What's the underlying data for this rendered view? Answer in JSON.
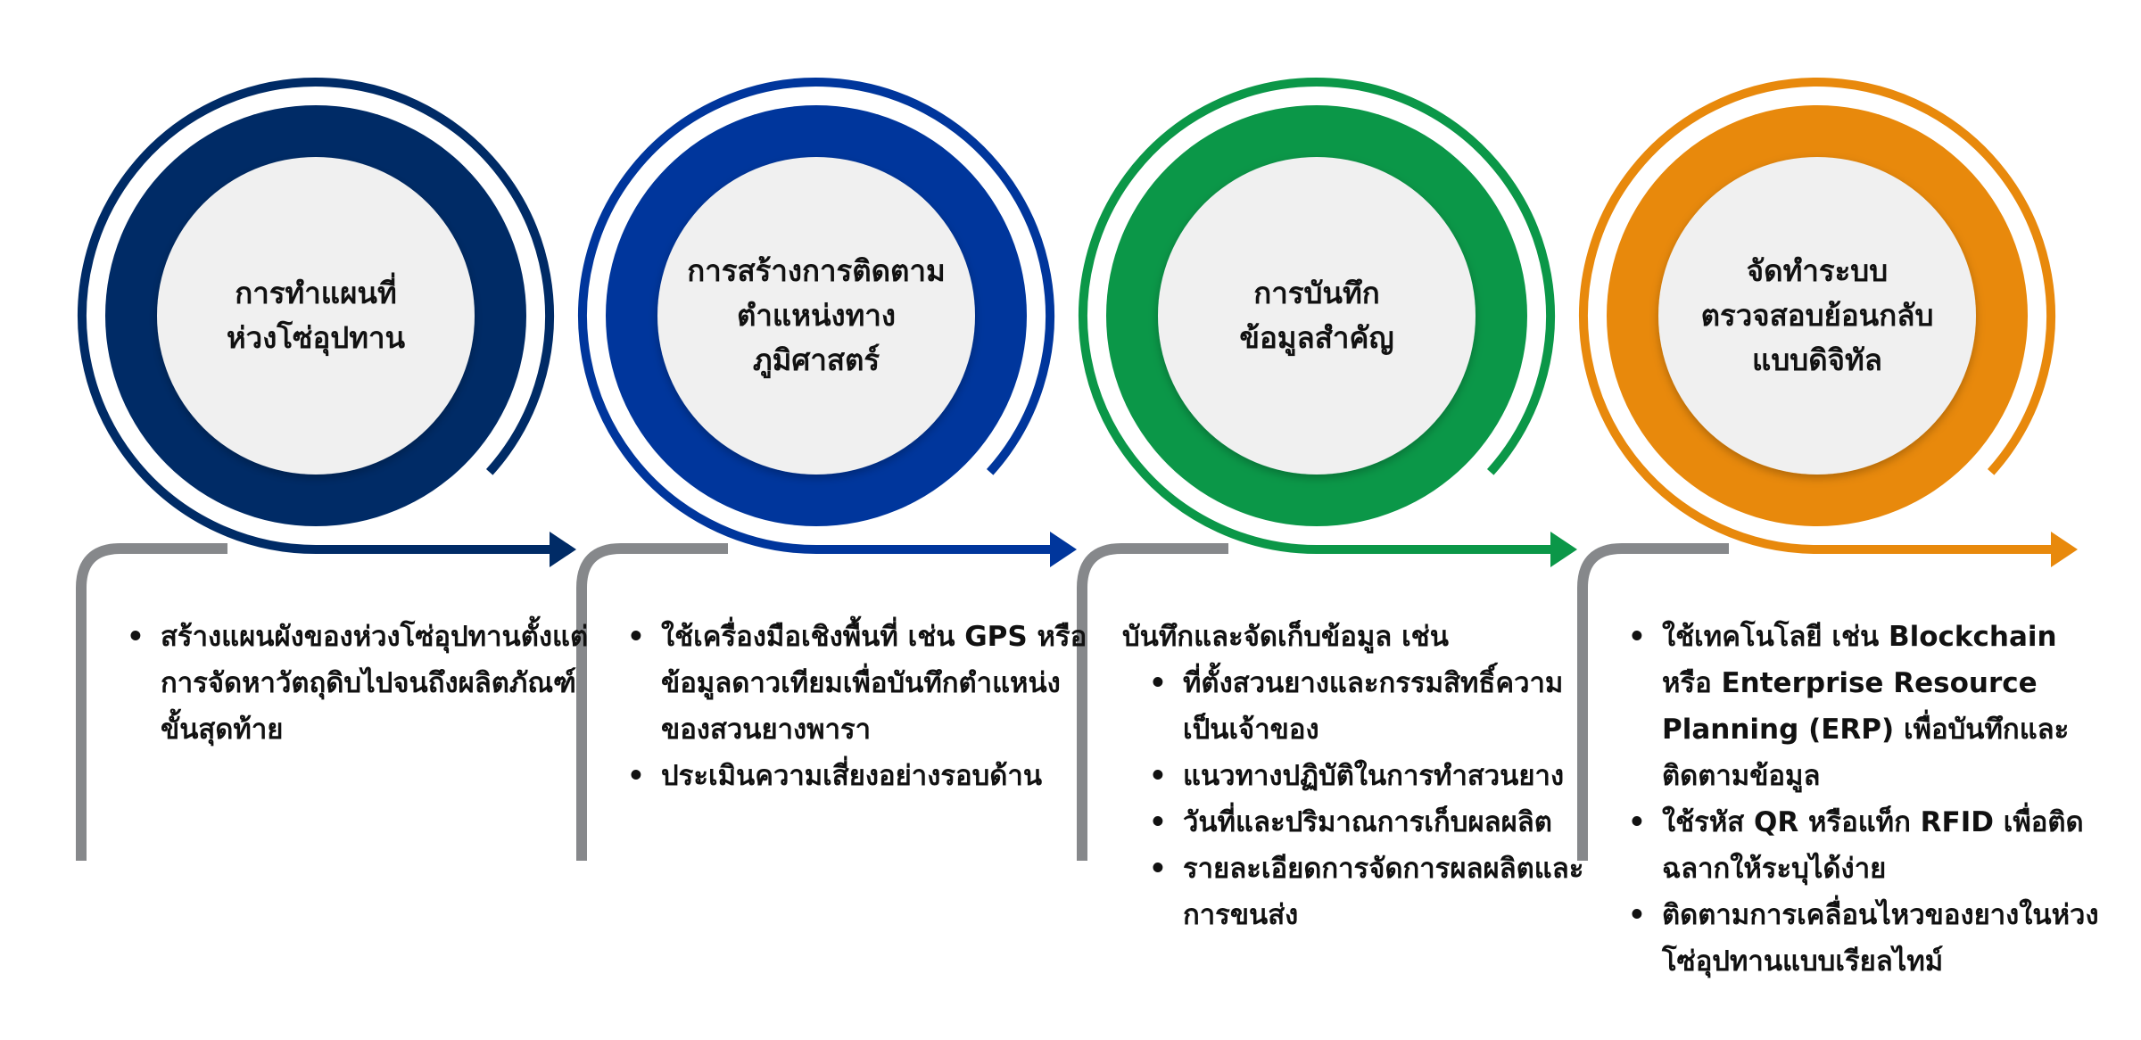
{
  "colors": {
    "step1": "#002b66",
    "step2": "#00369c",
    "step3": "#0b9748",
    "step4": "#e8890c",
    "bracket": "#86888b",
    "inner": "#f0f0f0"
  },
  "steps": [
    {
      "color": "#002b66",
      "title": [
        "การทำแผนที่",
        "ห่วงโซ่อุปทาน"
      ],
      "intro": "",
      "bullets": [
        "สร้างแผนผังของห่วงโซ่อุปทานตั้งแต่การจัดหาวัตถุดิบไปจนถึงผลิตภัณฑ์ขั้นสุดท้าย"
      ]
    },
    {
      "color": "#00369c",
      "title": [
        "การสร้างการติดตาม",
        "ตำแหน่งทาง",
        "ภูมิศาสตร์"
      ],
      "intro": "",
      "bullets": [
        "ใช้เครื่องมือเชิงพื้นที่ เช่น GPS หรือข้อมูลดาวเทียมเพื่อบันทึกตำแหน่งของสวนยางพารา",
        "ประเมินความเสี่ยงอย่างรอบด้าน"
      ]
    },
    {
      "color": "#0b9748",
      "title": [
        "การบันทึก",
        "ข้อมูลสำคัญ"
      ],
      "intro": "บันทึกและจัดเก็บข้อมูล เช่น",
      "bullets": [
        "ที่ตั้งสวนยางและกรรมสิทธิ์ความเป็นเจ้าของ",
        "แนวทางปฏิบัติในการทำสวนยาง",
        "วันที่และปริมาณการเก็บผลผลิต",
        "รายละเอียดการจัดการผลผลิตและการขนส่ง"
      ]
    },
    {
      "color": "#e8890c",
      "title": [
        "จัดทำระบบ",
        "ตรวจสอบย้อนกลับ",
        "แบบดิจิทัล"
      ],
      "intro": "",
      "bullets": [
        "ใช้เทคโนโลยี เช่น Blockchain หรือ Enterprise Resource Planning (ERP) เพื่อบันทึกและติดตามข้อมูล",
        "ใช้รหัส QR หรือแท็ก RFID เพื่อติดฉลากให้ระบุได้ง่าย",
        "ติดตามการเคลื่อนไหวของยางในห่วงโซ่อุปทานแบบเรียลไทม์"
      ]
    }
  ]
}
